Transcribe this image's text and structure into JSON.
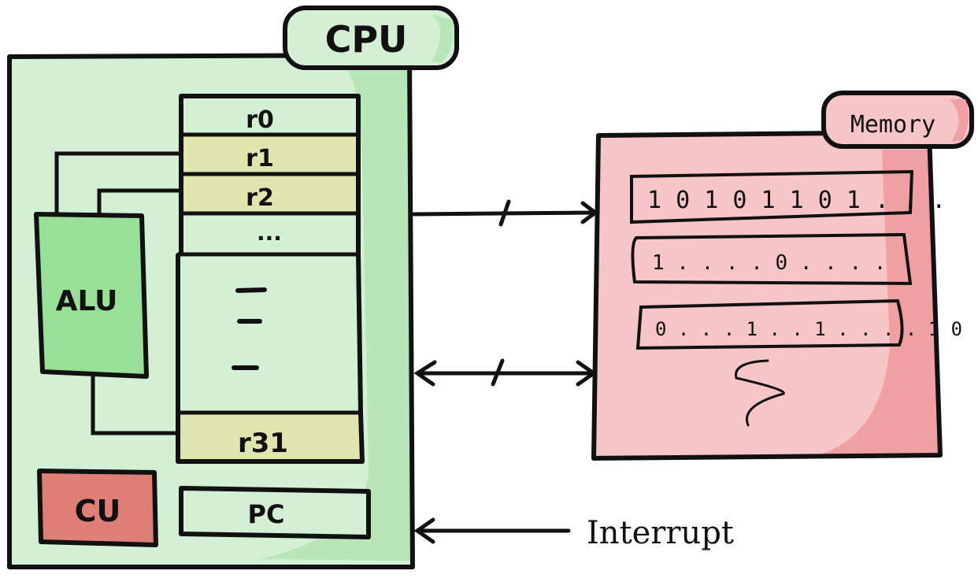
{
  "colors": {
    "cpu_fill": "#d4f0d4",
    "cpu_shade": "#b8e6b8",
    "alu_fill": "#98df98",
    "register_highlight": "#dfe6ad",
    "cu_fill": "#e07e78",
    "memory_fill": "#f7c5c6",
    "memory_shade": "#f0a0a2",
    "stroke": "#111111"
  },
  "cpu": {
    "title": "CPU",
    "alu": "ALU",
    "cu": "CU",
    "pc": "PC",
    "registers": [
      {
        "label": "r0",
        "highlighted": false
      },
      {
        "label": "r1",
        "highlighted": true
      },
      {
        "label": "r2",
        "highlighted": true
      },
      {
        "label": "...",
        "highlighted": false
      }
    ],
    "register_gap_marks": [
      "—",
      "—",
      "—"
    ],
    "last_register": {
      "label": "r31",
      "highlighted": true
    }
  },
  "memory": {
    "title": "Memory",
    "rows": [
      "1 0 1 0 1 1 0 1 . . .",
      "1 . . . .  0 . . . .",
      "0 . . . 1 . . 1 . . . . 1 0"
    ],
    "continuation": "~"
  },
  "connections": {
    "address_bus": "CPU → Memory (bus)",
    "data_bus": "CPU ↔ Memory (bus)",
    "interrupt_label": "Interrupt"
  }
}
